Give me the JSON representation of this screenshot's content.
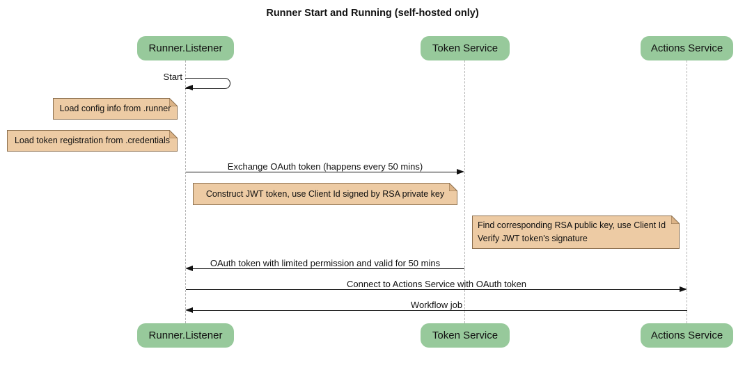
{
  "title": "Runner Start and Running (self-hosted only)",
  "participants": [
    {
      "name": "Runner.Listener"
    },
    {
      "name": "Token Service"
    },
    {
      "name": "Actions Service"
    }
  ],
  "self_message": {
    "label": "Start",
    "actor": "Runner.Listener"
  },
  "messages": [
    {
      "label": "Exchange OAuth token (happens every 50 mins)",
      "from": "Runner.Listener",
      "to": "Token Service"
    },
    {
      "label": "OAuth token with limited permission and valid for 50 mins",
      "from": "Token Service",
      "to": "Runner.Listener"
    },
    {
      "label": "Connect to Actions Service with OAuth token",
      "from": "Runner.Listener",
      "to": "Actions Service"
    },
    {
      "label": "Workflow job",
      "from": "Actions Service",
      "to": "Runner.Listener"
    }
  ],
  "notes": [
    {
      "lines": [
        "Load config info from .runner"
      ]
    },
    {
      "lines": [
        "Load token registration from .credentials"
      ]
    },
    {
      "lines": [
        "Construct JWT token, use Client Id signed by RSA private key"
      ]
    },
    {
      "lines": [
        "Find corresponding RSA public key, use Client Id",
        "Verify JWT token's signature"
      ]
    }
  ],
  "colors": {
    "participant_fill": "#97C99B",
    "note_fill": "#EDCBA4",
    "note_border": "#8B6F4E",
    "note_fold": "#DCB386",
    "lifeline": "#B3B3B3",
    "line": "#111111",
    "background": "#FFFFFF"
  }
}
